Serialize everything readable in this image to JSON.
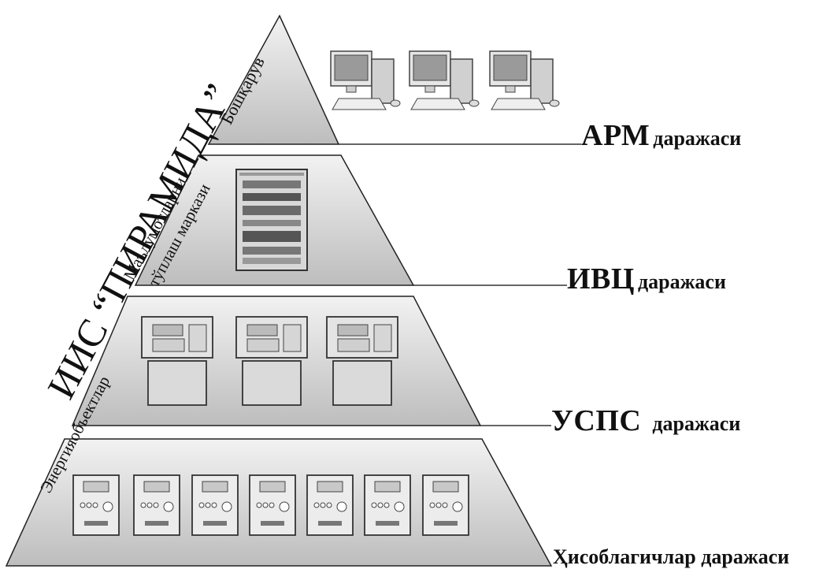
{
  "title": "ИИС “ПИРАМИДА”",
  "side_labels": {
    "management": "Бошқарув",
    "data_center_line1": "Маълумотларни",
    "data_center_line2": "тўплаш маркази",
    "energy_objects": "Энергияобъектлар"
  },
  "levels": [
    {
      "name": "АРМ",
      "suffix": "даражаси",
      "device_icon": "workstation-icon",
      "device_count": 3
    },
    {
      "name": "ИВЦ",
      "suffix": "даражаси",
      "device_icon": "server-rack-icon",
      "device_count": 1
    },
    {
      "name": "УСПС",
      "suffix": "даражаси",
      "device_icon": "data-controller-icon",
      "device_count": 3
    },
    {
      "name": "Ҳисоблагичлар",
      "suffix": "даражаси",
      "device_icon": "electric-meter-icon",
      "device_count": 7
    }
  ],
  "colors": {
    "tier_fill": "#d9d9d9",
    "tier_stroke": "#222222",
    "device_fill": "#e6e6e6",
    "text": "#111111"
  }
}
